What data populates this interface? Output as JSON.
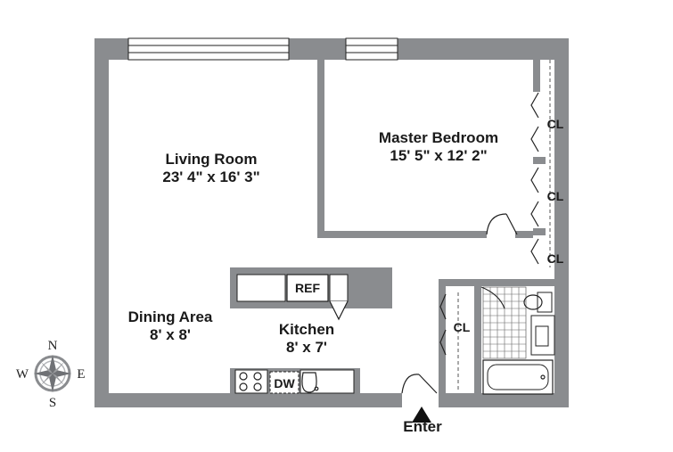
{
  "rooms": {
    "living_room": {
      "name": "Living Room",
      "size": "23' 4\" x 16' 3\""
    },
    "master_bedroom": {
      "name": "Master Bedroom",
      "size": "15' 5\" x 12' 2\""
    },
    "dining_area": {
      "name": "Dining Area",
      "size": "8' x 8'"
    },
    "kitchen": {
      "name": "Kitchen",
      "size": "8' x 7'"
    }
  },
  "closets": {
    "cl1": "CL",
    "cl2": "CL",
    "cl3": "CL",
    "cl4": "CL"
  },
  "appliances": {
    "refrigerator": "REF",
    "dishwasher": "DW"
  },
  "entrance": {
    "label": "Enter"
  },
  "compass": {
    "n": "N",
    "s": "S",
    "e": "E",
    "w": "W"
  },
  "colors": {
    "wall": "#8a8c8f",
    "text": "#1a1a1a"
  }
}
